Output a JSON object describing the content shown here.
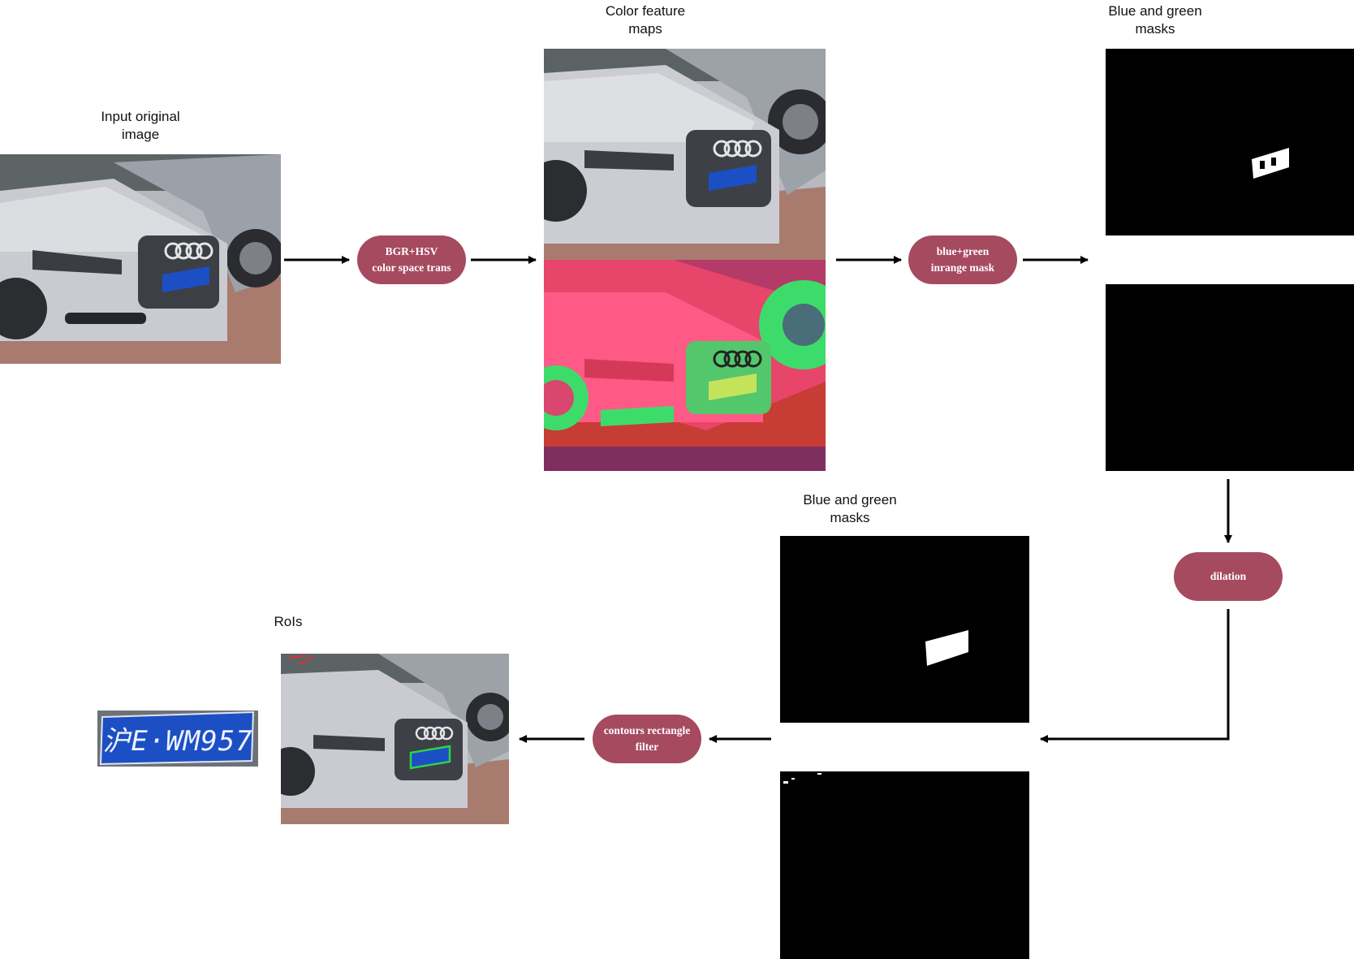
{
  "captions": {
    "input": [
      "Input original",
      "image"
    ],
    "color_feature": [
      "Color feature",
      "maps"
    ],
    "masks_top": [
      "Blue and green",
      "masks"
    ],
    "masks_mid": [
      "Blue and green",
      "masks"
    ],
    "rois": [
      "RoIs"
    ]
  },
  "nodes": {
    "colorspace": [
      "BGR+HSV",
      "color space trans"
    ],
    "inrange": [
      "blue+green",
      "inrange mask"
    ],
    "dilation": [
      "dilation"
    ],
    "contours": [
      "contours rectangle",
      "filter"
    ]
  },
  "plate_text": "沪E·WM957",
  "colors": {
    "node_fill": "#a64a60",
    "node_text": "#ffffff",
    "arrow": "#000000",
    "mask_bg": "#000000",
    "plate_blue": "#1c4fc4",
    "hsv_pink": "#e8456a",
    "hsv_green": "#3ddc6a"
  }
}
